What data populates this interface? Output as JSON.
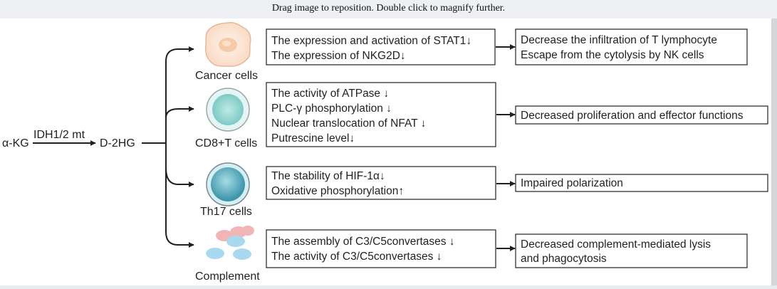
{
  "viewer": {
    "hint": "Drag image to reposition. Double click to magnify further."
  },
  "pathway": {
    "substrate": "α-KG",
    "enzyme": "IDH1/2 mt",
    "product": "D-2HG"
  },
  "rows": [
    {
      "cell_label": "Cancer cells",
      "mechanisms": [
        "The expression and activation of STAT1↓",
        "The expression of NKG2D↓"
      ],
      "outcomes": [
        "Decrease the infiltration of T lymphocyte",
        "Escape from the cytolysis by NK cells"
      ]
    },
    {
      "cell_label": "CD8+T cells",
      "mechanisms": [
        "The activity of ATPase ↓",
        "PLC-γ phosphorylation ↓",
        "Nuclear translocation of NFAT ↓",
        "Putrescine level↓"
      ],
      "outcomes": [
        "Decreased proliferation and effector functions"
      ]
    },
    {
      "cell_label": "Th17 cells",
      "mechanisms": [
        "The stability of HIF-1α↓",
        "Oxidative phosphorylation↑"
      ],
      "outcomes": [
        "Impaired polarization"
      ]
    },
    {
      "cell_label": "Complement",
      "mechanisms": [
        "The assembly of C3/C5convertases ↓",
        "The activity of C3/C5convertases ↓"
      ],
      "outcomes": [
        "Decreased complement-mediated lysis",
        "and phagocytosis"
      ]
    }
  ],
  "colors": {
    "cancer_fill": "#fbe6d6",
    "cancer_core": "#f6c9a4",
    "cd8_fill": "#cdebea",
    "cd8_core": "#8fd3cf",
    "th17_fill": "#bfe3ea",
    "th17_core": "#5fb2c3",
    "complement_pink": "#f3b4b4",
    "complement_blue": "#a7d8ee"
  }
}
